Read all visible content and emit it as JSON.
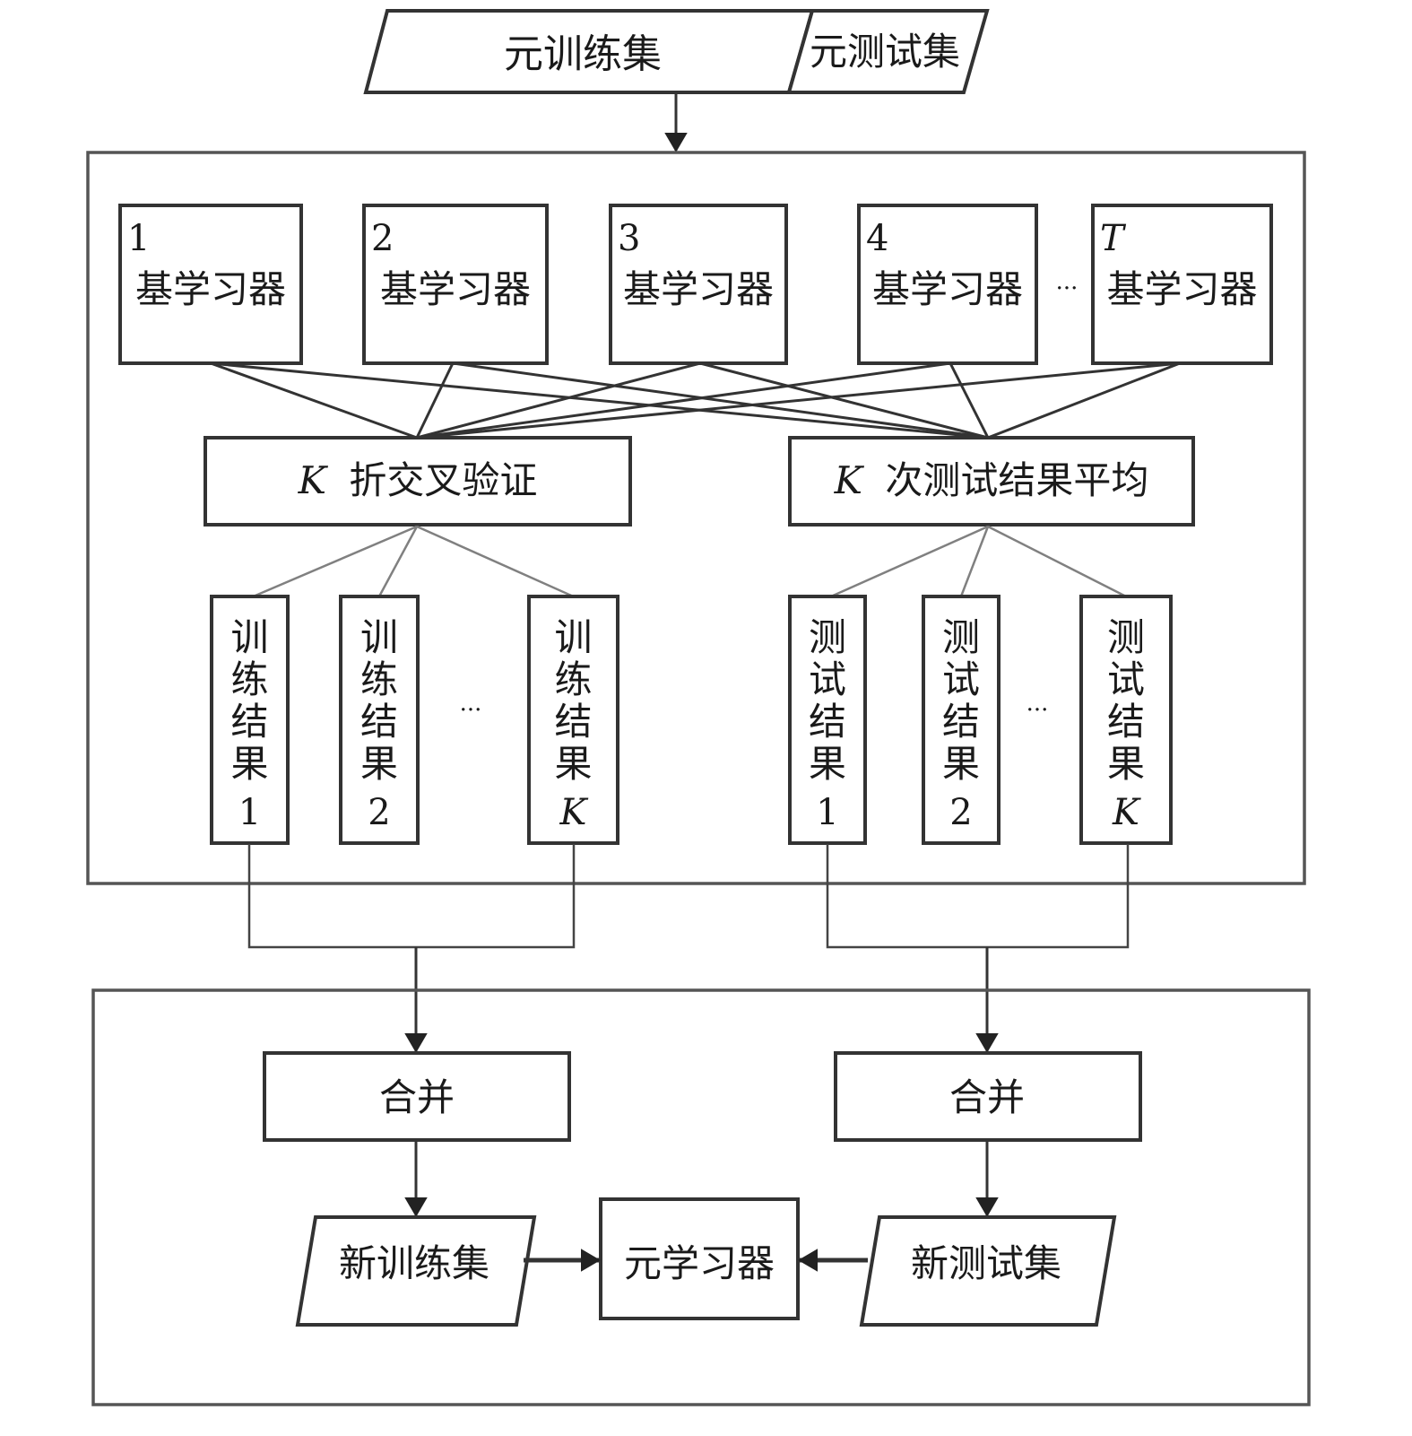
{
  "top_inputs": {
    "meta_train_set": "元训练集",
    "meta_test_set": "元测试集"
  },
  "base_learners": [
    {
      "index": "1",
      "label": "基学习器"
    },
    {
      "index": "2",
      "label": "基学习器"
    },
    {
      "index": "3",
      "label": "基学习器"
    },
    {
      "index": "4",
      "label": "基学习器"
    },
    {
      "index": "T",
      "label": "基学习器"
    }
  ],
  "base_learners_ellipsis": "···",
  "kfold_box": {
    "k": "K",
    "label": "折交叉验证"
  },
  "kavg_box": {
    "k": "K",
    "label": "次测试结果平均"
  },
  "train_results": [
    {
      "chars": [
        "训",
        "练",
        "结",
        "果"
      ],
      "index": "1"
    },
    {
      "chars": [
        "训",
        "练",
        "结",
        "果"
      ],
      "index": "2"
    },
    {
      "chars": [
        "训",
        "练",
        "结",
        "果"
      ],
      "index": "K"
    }
  ],
  "test_results": [
    {
      "chars": [
        "测",
        "试",
        "结",
        "果"
      ],
      "index": "1"
    },
    {
      "chars": [
        "测",
        "试",
        "结",
        "果"
      ],
      "index": "2"
    },
    {
      "chars": [
        "测",
        "试",
        "结",
        "果"
      ],
      "index": "K"
    }
  ],
  "results_ellipsis": "···",
  "merge_left": "合并",
  "merge_right": "合并",
  "new_train_set": "新训练集",
  "new_test_set": "新测试集",
  "meta_learner": "元学习器"
}
